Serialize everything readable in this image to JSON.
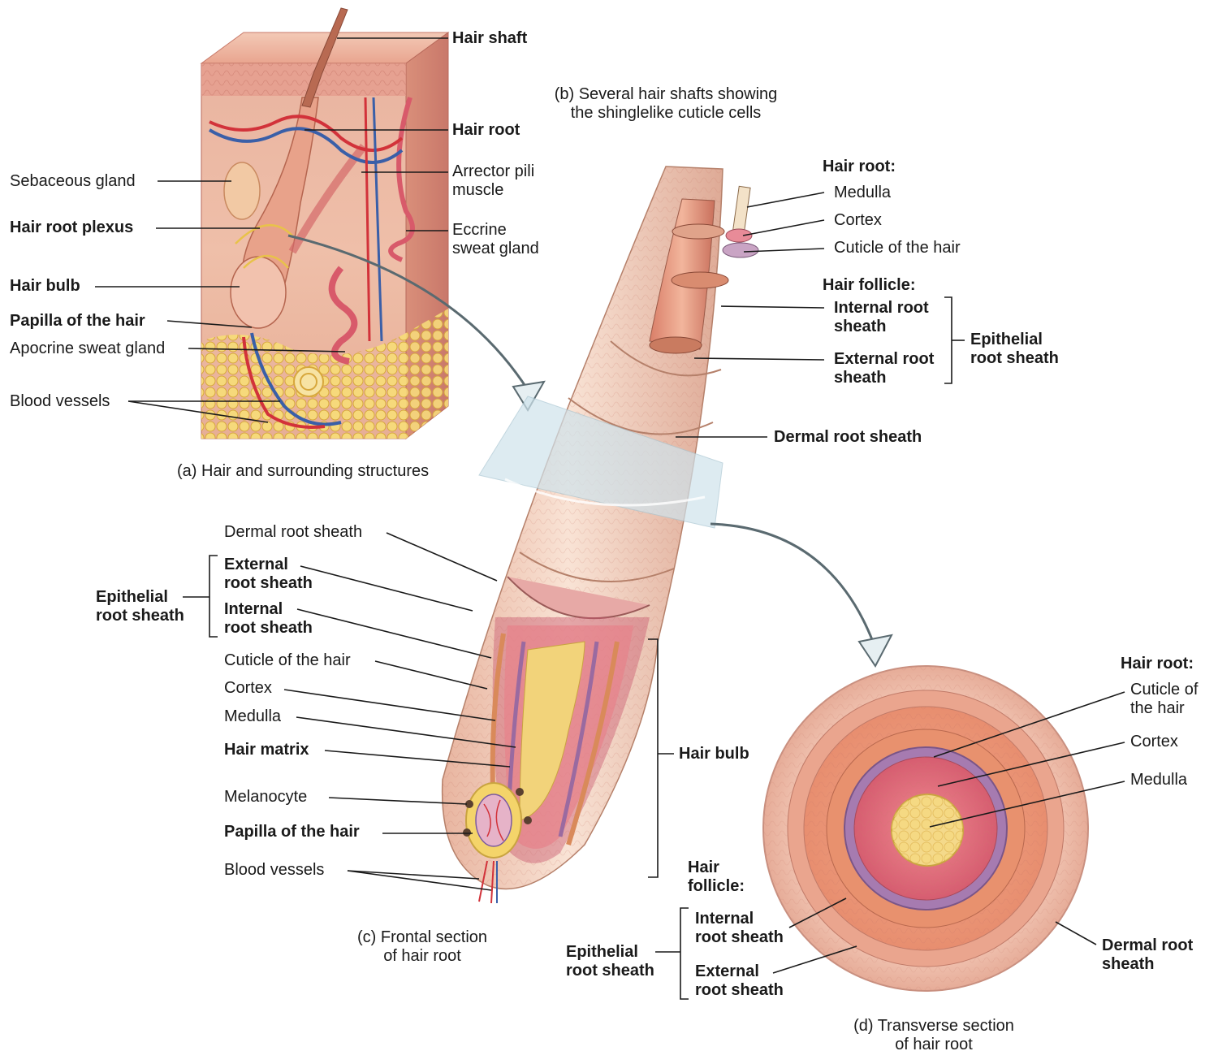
{
  "panel_a": {
    "hair_shaft": "Hair shaft",
    "hair_root": "Hair root",
    "sebaceous_gland": "Sebaceous gland",
    "arrector_pili": [
      "Arrector pili",
      "muscle"
    ],
    "hair_root_plexus": "Hair root plexus",
    "eccrine_sweat_gland": [
      "Eccrine",
      "sweat gland"
    ],
    "hair_bulb": "Hair bulb",
    "papilla": "Papilla of the hair",
    "apocrine": "Apocrine sweat gland",
    "blood_vessels": "Blood vessels",
    "caption": "(a) Hair and surrounding structures"
  },
  "panel_b": {
    "caption": [
      "(b) Several hair shafts showing",
      "the shinglelike cuticle cells"
    ],
    "hair_root_heading": "Hair root:",
    "medulla": "Medulla",
    "cortex": "Cortex",
    "cuticle": "Cuticle of the hair",
    "hair_follicle_heading": "Hair follicle:",
    "internal_root_sheath": [
      "Internal root",
      "sheath"
    ],
    "external_root_sheath": [
      "External root",
      "sheath"
    ],
    "epithelial_root_sheath": [
      "Epithelial",
      "root sheath"
    ],
    "dermal_root_sheath": "Dermal root sheath"
  },
  "panel_c": {
    "dermal_root_sheath": "Dermal root sheath",
    "external_root_sheath": [
      "External",
      "root sheath"
    ],
    "internal_root_sheath": [
      "Internal",
      "root sheath"
    ],
    "epithelial_root_sheath": [
      "Epithelial",
      "root sheath"
    ],
    "cuticle": "Cuticle of the hair",
    "cortex": "Cortex",
    "medulla": "Medulla",
    "hair_matrix": "Hair matrix",
    "melanocyte": "Melanocyte",
    "papilla": "Papilla of the hair",
    "blood_vessels": "Blood vessels",
    "hair_bulb": "Hair bulb",
    "caption": [
      "(c) Frontal section",
      "of hair root"
    ]
  },
  "panel_d": {
    "hair_root_heading": "Hair root:",
    "cuticle": [
      "Cuticle of",
      "the hair"
    ],
    "cortex": "Cortex",
    "medulla": "Medulla",
    "hair_follicle_heading": [
      "Hair",
      "follicle:"
    ],
    "internal_root_sheath": [
      "Internal",
      "root sheath"
    ],
    "external_root_sheath": [
      "External",
      "root sheath"
    ],
    "epithelial_root_sheath": [
      "Epithelial",
      "root sheath"
    ],
    "dermal_root_sheath": [
      "Dermal root",
      "sheath"
    ],
    "caption": [
      "(d) Transverse section",
      "of hair root"
    ]
  }
}
